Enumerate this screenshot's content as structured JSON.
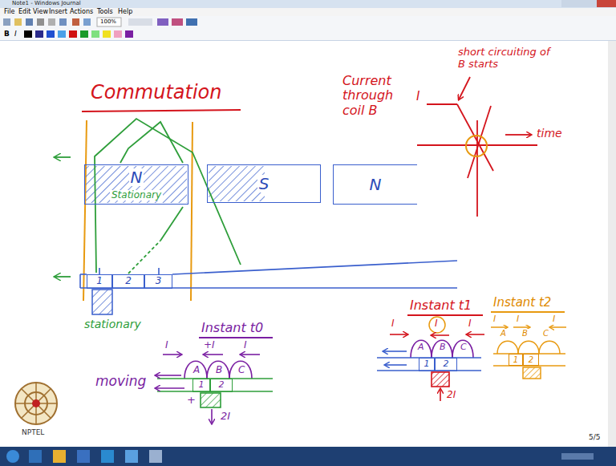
{
  "diagram": {
    "title": "Commutation",
    "nodes": [
      {
        "text": [
          "N",
          "Stationary"
        ]
      },
      {
        "text": [
          "S"
        ]
      },
      {
        "text": [
          "N"
        ]
      },
      {
        "text": [
          "1"
        ]
      },
      {
        "text": [
          "2"
        ]
      },
      {
        "text": [
          "3"
        ]
      },
      {
        "text": [
          "1"
        ]
      },
      {
        "text": [
          "2"
        ]
      },
      {
        "text": [
          "1"
        ]
      },
      {
        "text": [
          "2"
        ]
      },
      {
        "text": [
          "1"
        ]
      },
      {
        "text": [
          "2"
        ]
      }
    ],
    "labels": [
      "Note1 - Windows Journal",
      "File",
      "Edit",
      "View",
      "Insert",
      "Actions",
      "Tools",
      "Help",
      "100%",
      "B",
      "I",
      "Current through coil B",
      "short circuiting of B starts",
      "I",
      "time",
      "stationary",
      "Instant t0",
      "I",
      "+I",
      "I",
      "A",
      "B",
      "C",
      "+",
      "2I",
      "moving",
      "Instant t1",
      "I",
      "I",
      "I",
      "A",
      "B",
      "C",
      "2I",
      "Instant t2",
      "I",
      "I",
      "I",
      "A",
      "B",
      "C",
      "NPTEL",
      "5/5"
    ]
  }
}
